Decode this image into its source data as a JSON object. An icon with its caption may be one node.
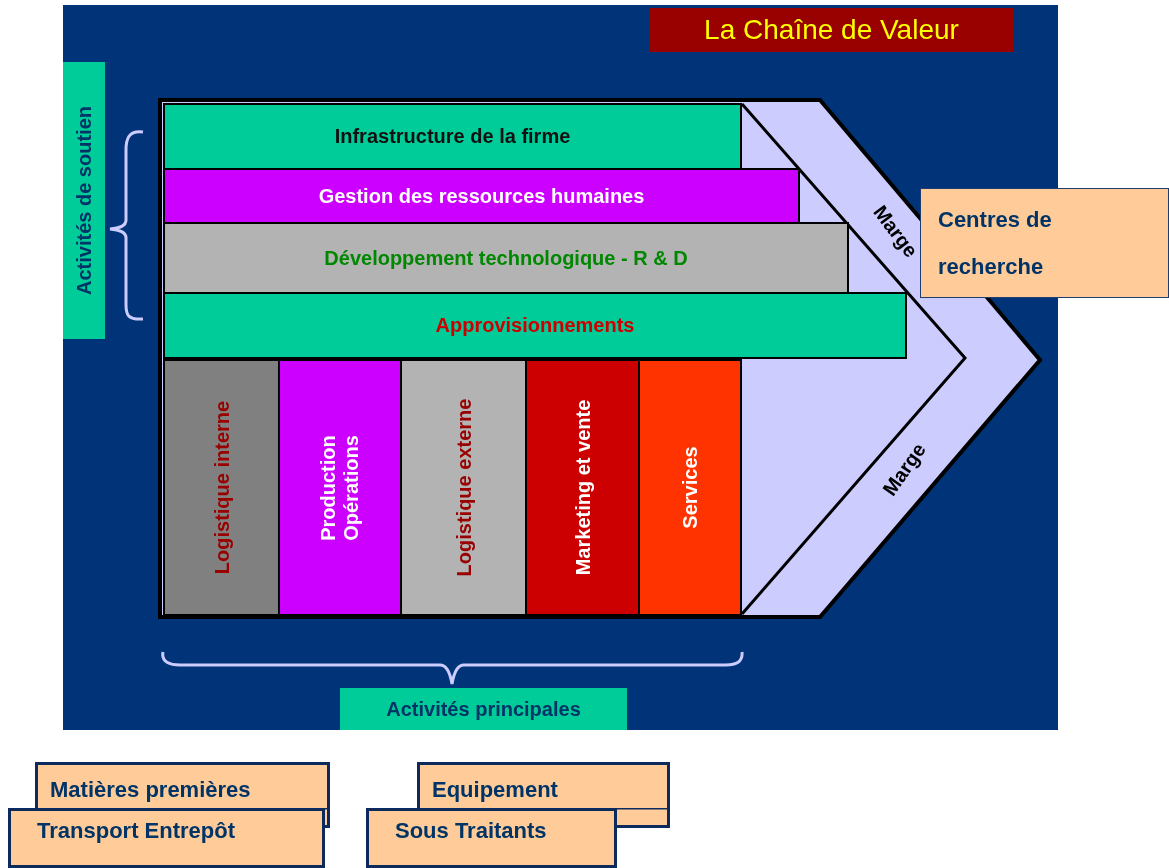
{
  "diagram": {
    "title": "La Chaîne de Valeur",
    "nodes": [
      {
        "text": [
          "Activités de soutien"
        ]
      },
      {
        "text": [
          "Infrastructure de la firme"
        ]
      },
      {
        "text": [
          "Gestion des ressources humaines"
        ]
      },
      {
        "text": [
          "Développement technologique - R & D"
        ]
      },
      {
        "text": [
          "Approvisionnements"
        ]
      },
      {
        "text": [
          "Logistique interne"
        ]
      },
      {
        "text": [
          "Production Opérations"
        ]
      },
      {
        "text": [
          "Logistique externe"
        ]
      },
      {
        "text": [
          "Marketing et vente"
        ]
      },
      {
        "text": [
          "Services"
        ]
      },
      {
        "text": [
          "Activités principales"
        ]
      },
      {
        "text": [
          "Centres de recherche"
        ]
      },
      {
        "text": [
          "Matières premières"
        ]
      },
      {
        "text": [
          "Transport Entrepôt"
        ]
      },
      {
        "text": [
          "Equipement"
        ]
      },
      {
        "text": [
          "Sous Traitants"
        ]
      }
    ],
    "edges": [],
    "labels": [
      "Marge",
      "Marge"
    ]
  }
}
